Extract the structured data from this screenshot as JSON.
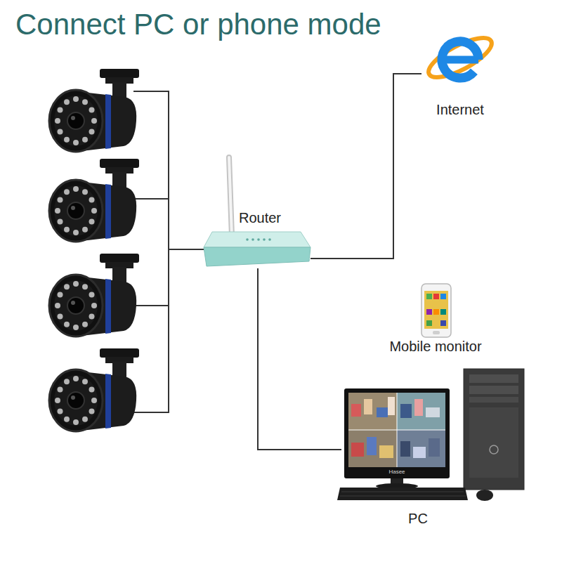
{
  "diagram": {
    "title": "Connect PC or phone mode",
    "nodes": [
      {
        "text": [
          "Internet"
        ]
      },
      {
        "text": [
          "Router"
        ]
      },
      {
        "text": [
          "Mobile monitor"
        ]
      },
      {
        "text": [
          "PC"
        ]
      }
    ],
    "edges": [
      {
        "from": 1,
        "to": 0,
        "arrow": "none"
      },
      {
        "from": 1,
        "to": 3,
        "arrow": "none"
      }
    ],
    "labels": [
      "Hasee"
    ]
  }
}
